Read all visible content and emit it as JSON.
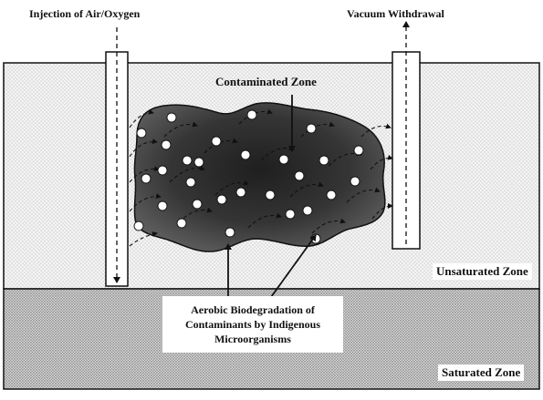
{
  "labels": {
    "injection": "Injection of Air/Oxygen",
    "vacuum": "Vacuum Withdrawal",
    "contaminated_zone": "Contaminated Zone",
    "unsaturated_zone": "Unsaturated Zone",
    "saturated_zone": "Saturated Zone"
  },
  "callout": {
    "line1": "Aerobic Biodegradation  of",
    "line2": "Contaminants by Indigenous",
    "line3": "Microorganisms"
  },
  "colors": {
    "unsaturated_fill": "#f3f3f3",
    "saturated_fill": "#c9c9c9",
    "plume_dark": "#2e2e2e",
    "plume_mid": "#555555",
    "outline": "#111111"
  }
}
